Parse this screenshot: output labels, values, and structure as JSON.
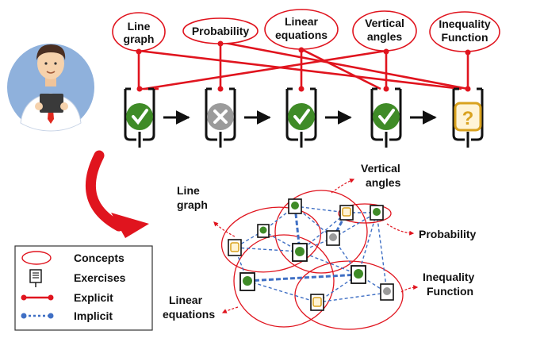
{
  "top_concepts": [
    {
      "lines": [
        "Line",
        "graph"
      ]
    },
    {
      "lines": [
        "Probability"
      ]
    },
    {
      "lines": [
        "Linear",
        "equations"
      ]
    },
    {
      "lines": [
        "Vertical",
        "angles"
      ]
    },
    {
      "lines": [
        "Inequality",
        "Function"
      ]
    }
  ],
  "top_exercises": [
    {
      "status": "correct",
      "icon": "check-icon",
      "color": "#3f8b27"
    },
    {
      "status": "wrong",
      "icon": "cross-icon",
      "color": "#9b9b9b"
    },
    {
      "status": "correct",
      "icon": "check-icon",
      "color": "#3f8b27"
    },
    {
      "status": "correct",
      "icon": "check-icon",
      "color": "#3f8b27"
    },
    {
      "status": "unknown",
      "icon": "question-icon",
      "color": "#d9a21f"
    }
  ],
  "graph_labels": {
    "line_graph": [
      "Line",
      "graph"
    ],
    "vertical_angles": [
      "Vertical",
      "angles"
    ],
    "probability": [
      "Probability"
    ],
    "inequality_function": [
      "Inequality",
      "Function"
    ],
    "linear_equations": [
      "Linear",
      "equations"
    ]
  },
  "legend": {
    "concepts": "Concepts",
    "exercises": "Exercises",
    "explicit": "Explicit",
    "implicit": "Implicit"
  },
  "colors": {
    "explicit": "#e0141e",
    "implicit": "#3f6fc4",
    "correct": "#3f8b27",
    "wrong": "#9b9b9b",
    "unknown": "#d9a21f",
    "avatar_bg": "#8fb1dc"
  }
}
